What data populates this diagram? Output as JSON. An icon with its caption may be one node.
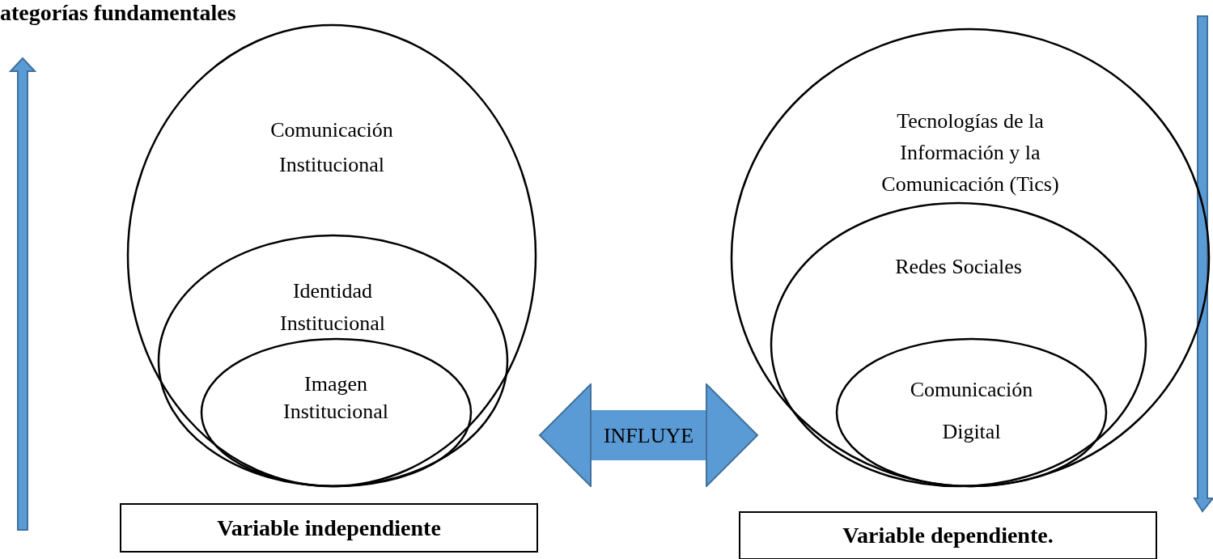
{
  "diagram": {
    "title": "ategorías fundamentales",
    "nodes": [
      {
        "text": [
          "Comunicación Institucional"
        ]
      },
      {
        "text": [
          "Identidad Institucional"
        ],
        "in": 0
      },
      {
        "text": [
          "Imagen Institucional"
        ],
        "in": 1
      },
      {
        "text": [
          "Tecnologías de la Información y la Comunicación (Tics)"
        ]
      },
      {
        "text": [
          "Redes Sociales"
        ],
        "in": 3
      },
      {
        "text": [
          "Comunicación Digital"
        ],
        "in": 4
      },
      {
        "text": [
          "Variable independiente"
        ]
      },
      {
        "text": [
          "Variable dependiente."
        ]
      }
    ],
    "edges": [
      {
        "from": 0,
        "to": 3,
        "arrow": "both",
        "label": "INFLUYE"
      }
    ]
  }
}
